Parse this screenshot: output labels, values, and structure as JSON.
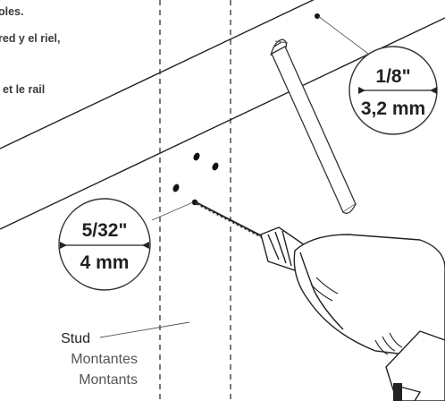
{
  "instructions": {
    "line1": "oles.",
    "line2": "red y el riel,",
    "line3": "et le rail"
  },
  "callout_small": {
    "imperial": "1/8\"",
    "metric": "3,2 mm"
  },
  "callout_large": {
    "imperial": "5/32\"",
    "metric": "4 mm"
  },
  "stud_label": {
    "en": "Stud",
    "es": "Montantes",
    "fr": "Montants"
  },
  "colors": {
    "ink": "#222222",
    "label_secondary": "#555555"
  }
}
